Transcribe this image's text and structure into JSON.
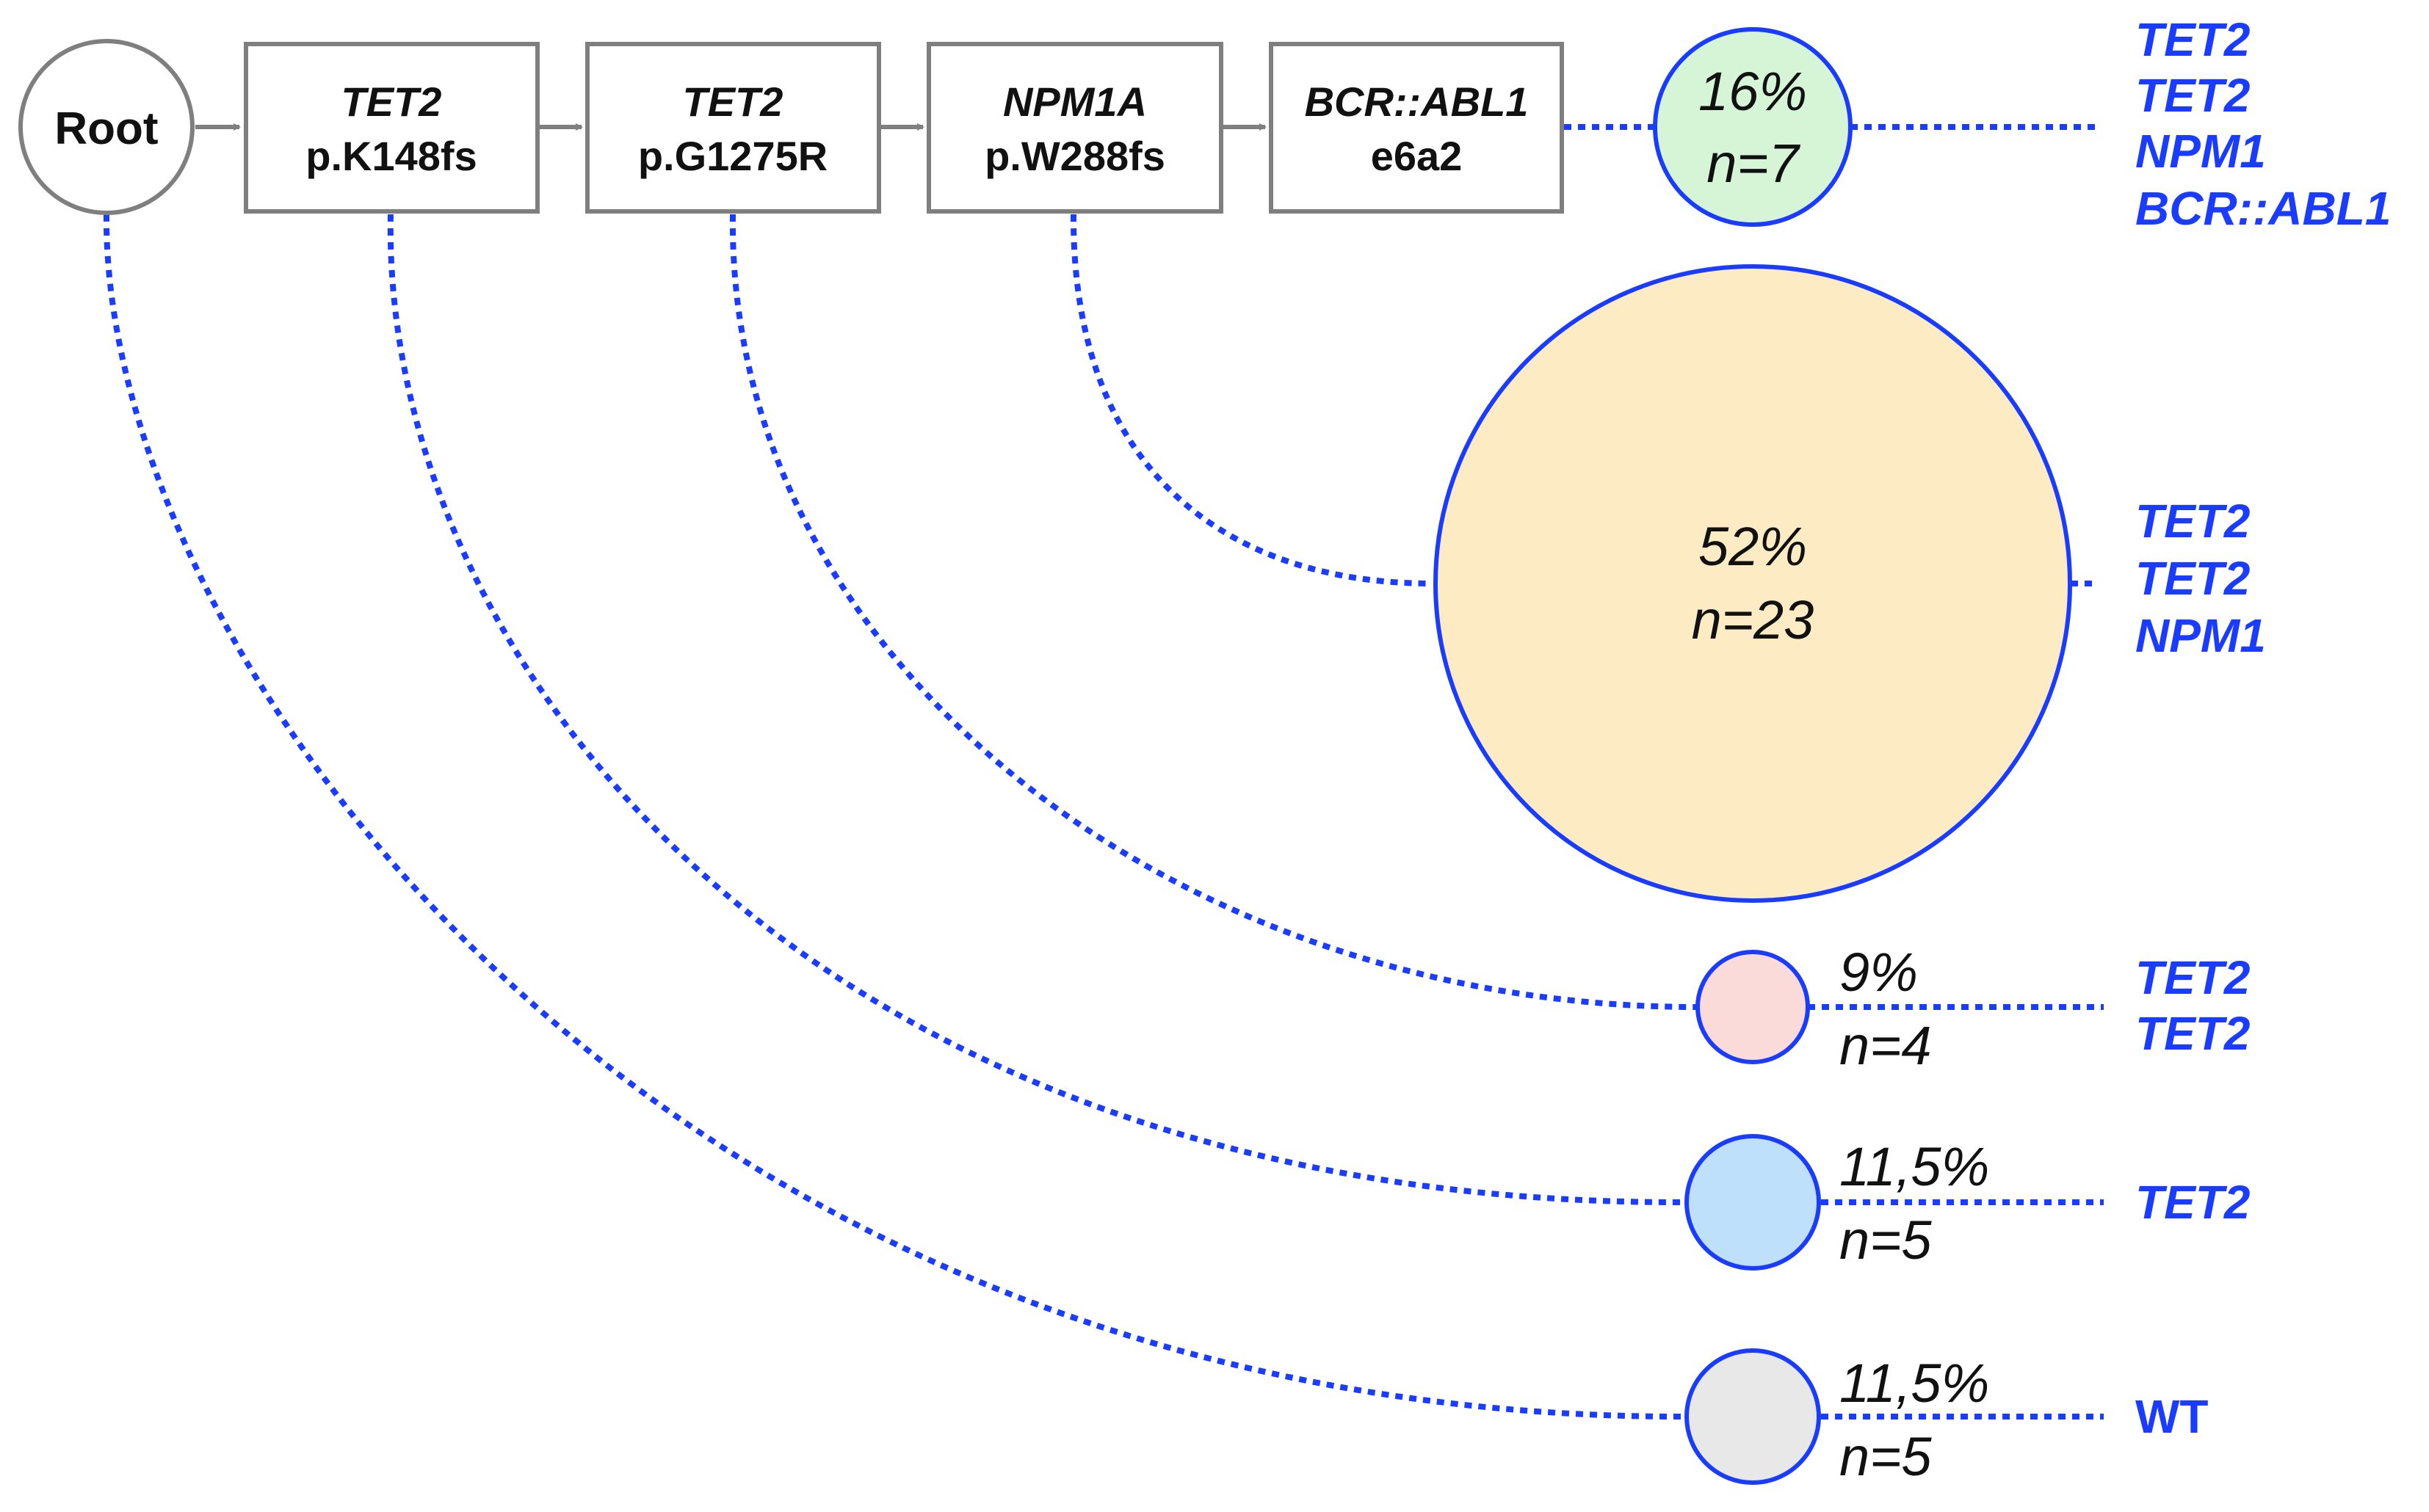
{
  "colors": {
    "line_blue": "#1a3cff",
    "box_gray": "#7f7f7f",
    "text_dark": "#111111",
    "label_blue": "#1a3cff"
  },
  "root": {
    "label": "Root"
  },
  "mutations": [
    {
      "gene": "TET2",
      "variant": "p.K148fs"
    },
    {
      "gene": "TET2",
      "variant": "p.G1275R"
    },
    {
      "gene": "NPM1A",
      "variant": "p.W288fs"
    },
    {
      "gene": "BCR::ABL1",
      "variant": "e6a2"
    }
  ],
  "clones": [
    {
      "percent": "16%",
      "n": "n=7",
      "fraction": 0.16,
      "count": 7,
      "color": "#d6f5d6",
      "genes": [
        "TET2",
        "TET2",
        "NPM1",
        "BCR::ABL1"
      ]
    },
    {
      "percent": "52%",
      "n": "n=23",
      "fraction": 0.52,
      "count": 23,
      "color": "#fdebc4",
      "genes": [
        "TET2",
        "TET2",
        "NPM1"
      ]
    },
    {
      "percent": "9%",
      "n": "n=4",
      "fraction": 0.09,
      "count": 4,
      "color": "#fbdada",
      "genes": [
        "TET2",
        "TET2"
      ]
    },
    {
      "percent": "11,5%",
      "n": "n=5",
      "fraction": 0.115,
      "count": 5,
      "color": "#bfe0fb",
      "genes": [
        "TET2"
      ]
    },
    {
      "percent": "11,5%",
      "n": "n=5",
      "fraction": 0.115,
      "count": 5,
      "color": "#e8e8e8",
      "genes": [
        "WT"
      ]
    }
  ]
}
